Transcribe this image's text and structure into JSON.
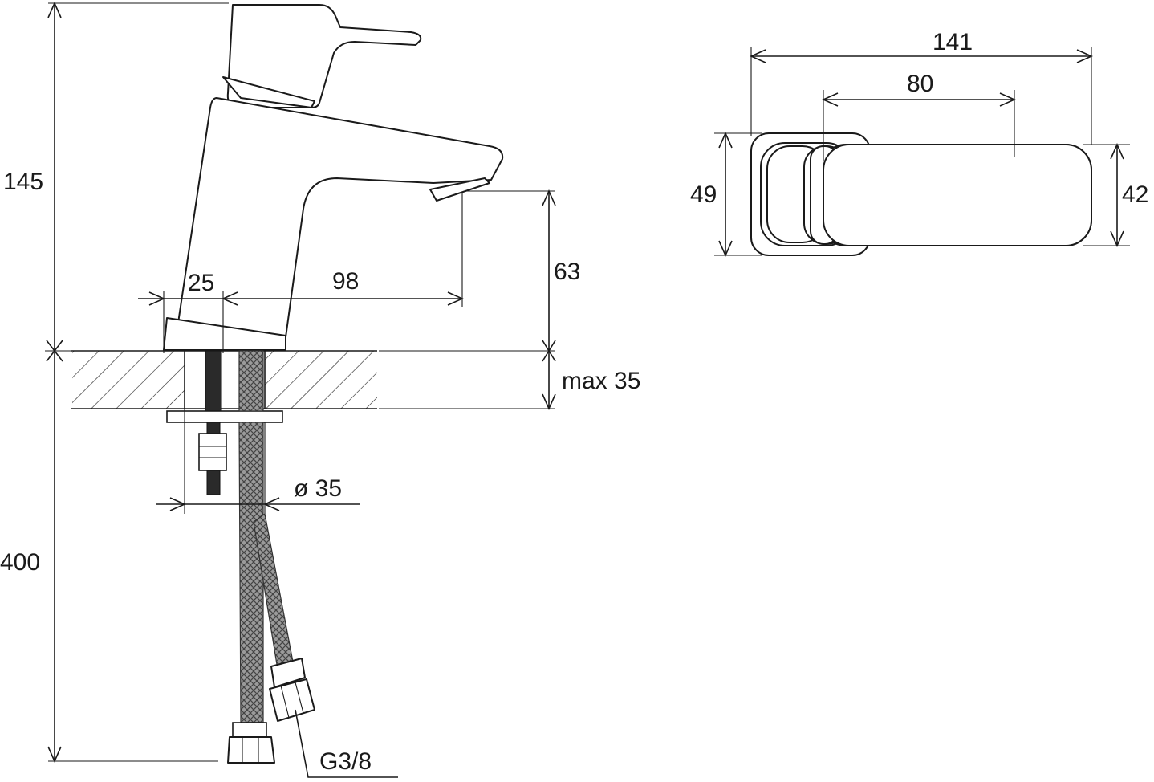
{
  "dimensions": {
    "total_height": "145",
    "hose_length": "400",
    "base_offset": "25",
    "spout_reach": "98",
    "spout_height": "63",
    "counter_thickness": "max 35",
    "hole_diameter": "ø 35",
    "connection_thread": "G3/8",
    "top_view_length": "141",
    "handle_length": "80",
    "base_width": "49",
    "handle_width": "42"
  },
  "colors": {
    "line": "#1a1a1a",
    "background": "#ffffff",
    "braid": "#777777"
  }
}
